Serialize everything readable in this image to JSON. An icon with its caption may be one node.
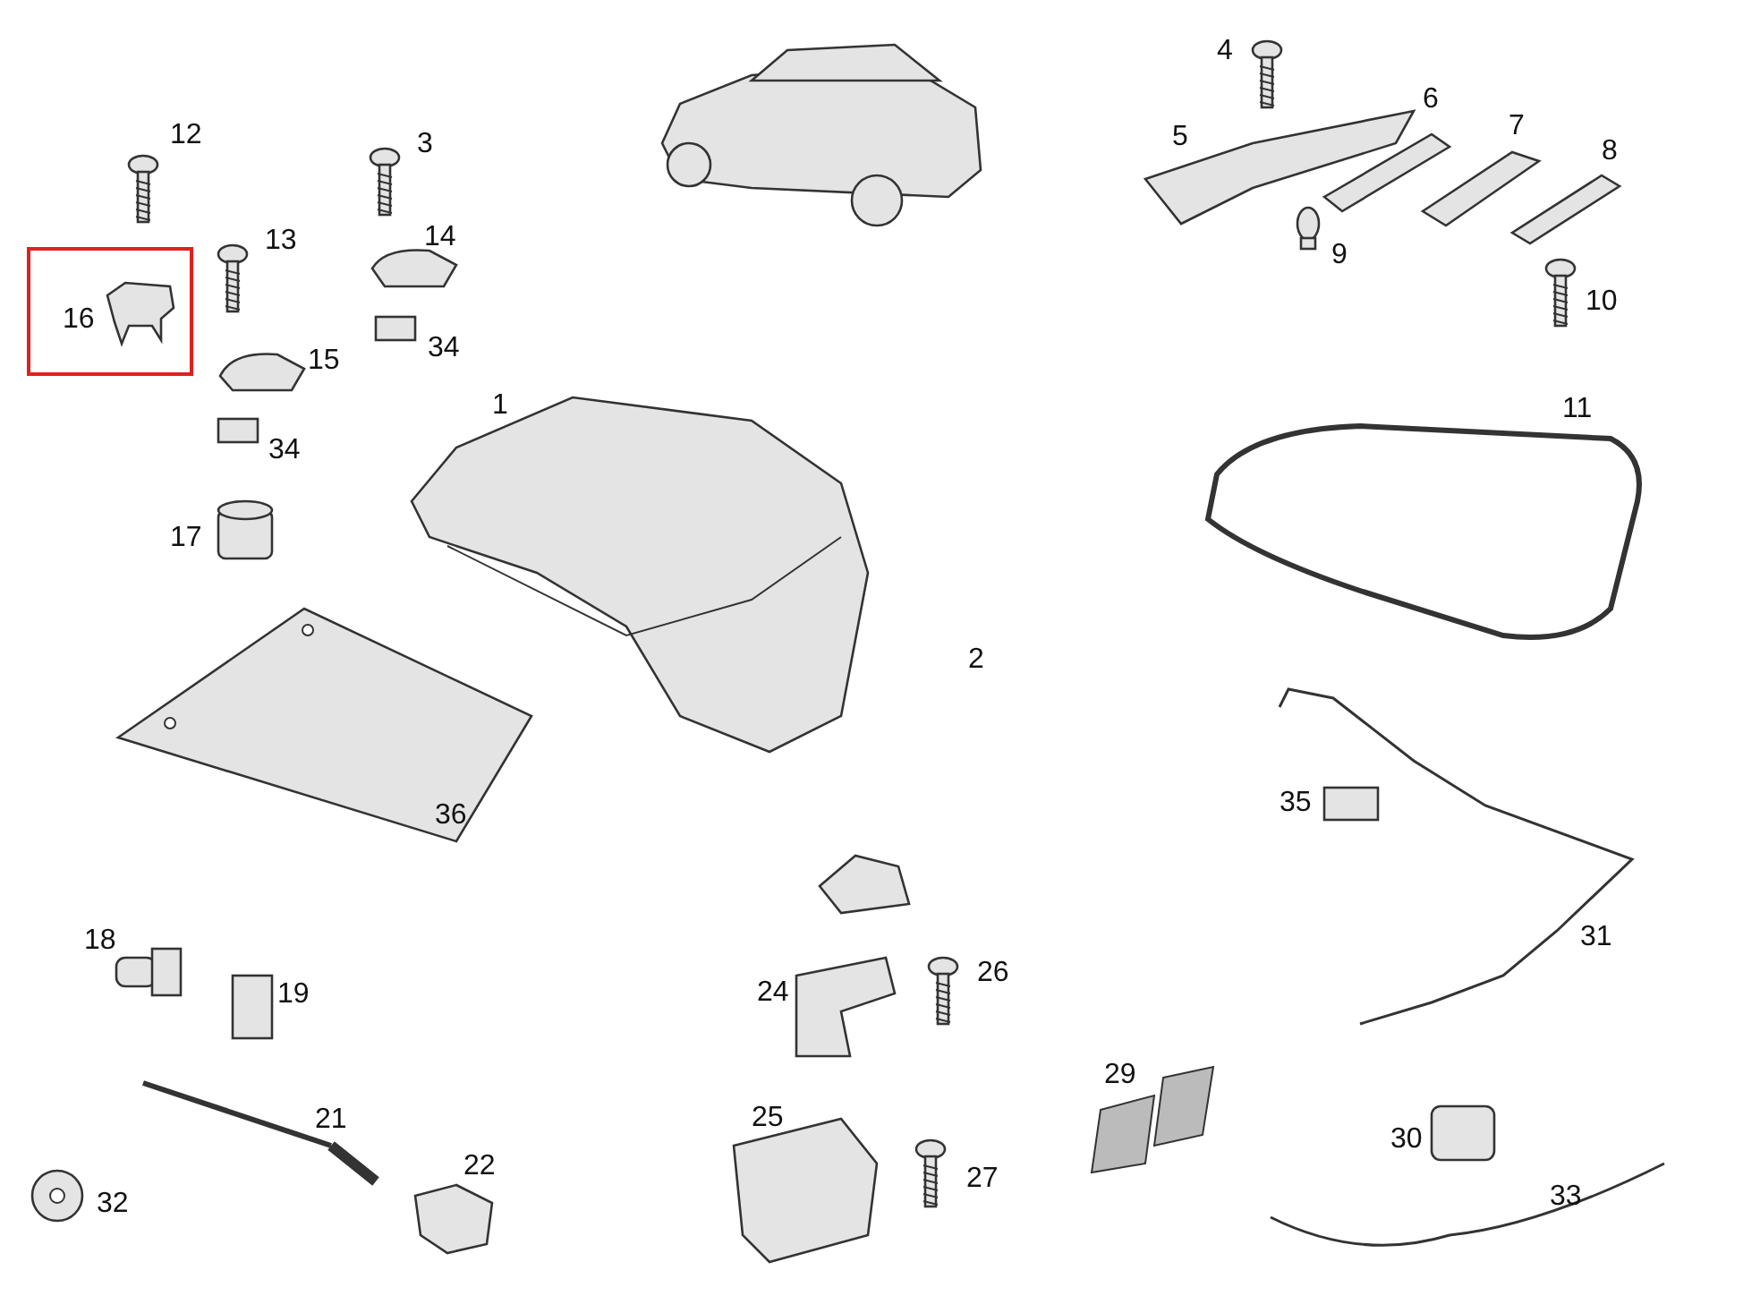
{
  "diagram": {
    "nodes": [
      {
        "text": [
          "16"
        ]
      }
    ],
    "labels": [
      "4",
      "3",
      "12",
      "5",
      "6",
      "7",
      "8",
      "13",
      "14",
      "9",
      "10",
      "34",
      "15",
      "1",
      "11",
      "34",
      "17",
      "2",
      "36",
      "35",
      "18",
      "19",
      "24",
      "26",
      "31",
      "29",
      "21",
      "25",
      "30",
      "22",
      "27",
      "32",
      "33"
    ]
  }
}
